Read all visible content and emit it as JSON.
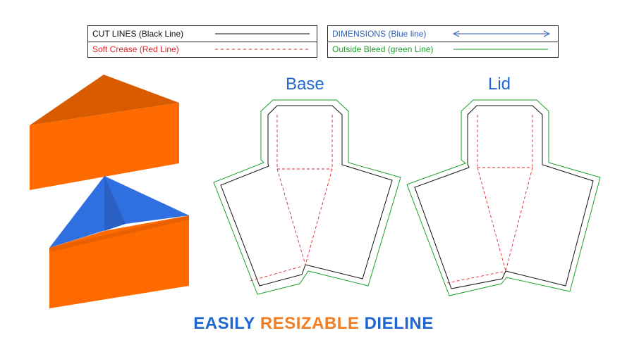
{
  "legend": {
    "cut_lines": {
      "label": "CUT LINES (Black Line)",
      "color": "#111111"
    },
    "soft_crease": {
      "label": "Soft Crease (Red Line)",
      "color": "#e0242a"
    },
    "dimensions": {
      "label": "DIMENSIONS (Blue line)",
      "color": "#2f5fb3"
    },
    "outside_bleed": {
      "label": "Outside Bleed (green Line)",
      "color": "#1aa02a"
    }
  },
  "dielines": {
    "base_title": "Base",
    "lid_title": "Lid"
  },
  "footer": {
    "word1": "EASILY",
    "word2": "RESIZABLE",
    "word3": "DIELINE"
  },
  "colors": {
    "box_orange": "#ff6a00",
    "box_orange_dark": "#d95b00",
    "box_blue": "#2f6fe0",
    "title_blue": "#1f66d1",
    "footer_orange": "#f47d21"
  }
}
